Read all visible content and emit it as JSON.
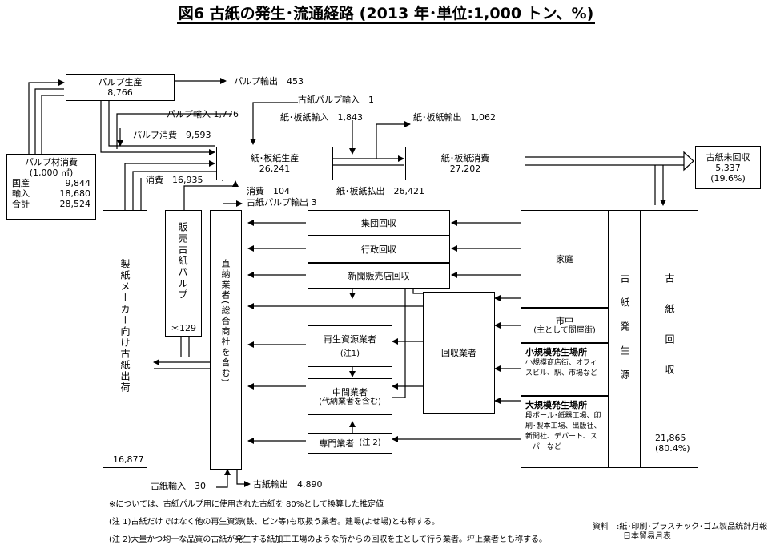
{
  "title": "図6 古紙の発生･流通経路 (2013 年･単位:1,000 トン、%)",
  "boxes": {
    "pulp_production": {
      "label": "パルプ生産",
      "value": "8,766"
    },
    "pulp_material": {
      "label": "パルプ材消費",
      "unit": "(1,000 ㎥)",
      "rows": [
        {
          "k": "国産",
          "v": "9,844"
        },
        {
          "k": "輸入",
          "v": "18,680"
        },
        {
          "k": "合計",
          "v": "28,524"
        }
      ]
    },
    "paper_production": {
      "label": "紙･板紙生産",
      "value": "26,241"
    },
    "paper_consumption": {
      "label": "紙･板紙消費",
      "value": "27,202"
    },
    "unrecovered": {
      "label": "古紙未回収",
      "value": "5,337",
      "pct": "(19.6%)"
    },
    "maker_shipment": {
      "label": "製紙メーカー向け古紙出荷",
      "value": "16,877"
    },
    "sales_pulp": {
      "label": "販売古紙パルプ",
      "value": "＊129"
    },
    "direct_dealer": {
      "label": "直納業者(総合商社を含む)"
    },
    "group_collection": {
      "label": "集団回収"
    },
    "admin_collection": {
      "label": "行政回収"
    },
    "newspaper_collection": {
      "label": "新聞販売店回収"
    },
    "recycle_dealer": {
      "label": "再生資源業者",
      "note": "(注1)"
    },
    "middle_dealer": {
      "label": "中間業者",
      "sub": "(代納業者を含む)"
    },
    "specialist": {
      "label": "専門業者",
      "note": "(注 2)"
    },
    "collector": {
      "label": "回収業者"
    },
    "household": {
      "label": "家庭"
    },
    "town": {
      "label": "市中",
      "sub": "(主として問屋街)"
    },
    "small_site": {
      "label": "小規模発生場所",
      "sub": "小規模商店街、オフィスビル、駅、市場など"
    },
    "large_site": {
      "label": "大規模発生場所",
      "sub": "段ボール･紙器工場、印刷･製本工場、出版社、新聞社、デパート、スーパーなど"
    },
    "source": {
      "label": "古紙発生源"
    },
    "recovery": {
      "label": "古紙回収",
      "value": "21,865",
      "pct": "(80.4%)"
    }
  },
  "flows": {
    "pulp_export": "パルプ輸出　453",
    "pulp_import": "パルプ輸入 1,776",
    "pulp_consumption": "パルプ消費　9,593",
    "wastepaper_pulp_import": "古紙パルプ輸入　1",
    "paper_import": "紙･板紙輸入　1,843",
    "paper_export": "紙･板紙輸出　1,062",
    "consumption_16935": "消費　16,935",
    "consumption_104": "消費　104",
    "paper_shipment": "紙･板紙払出　26,421",
    "wastepaper_pulp_export": "古紙パルプ輸出 3",
    "wastepaper_import": "古紙輸入　30",
    "wastepaper_export": "古紙輸出　4,890"
  },
  "notes": {
    "asterisk": "※については、古紙パルプ用に使用された古紙を 80%として換算した推定値",
    "note1": "(注 1)古紙だけではなく他の再生資源(鉄、ビン等)も取扱う業者。建場(よせ場)とも称する。",
    "note2": "(注 2)大量かつ均一な品質の古紙が発生する紙加工工場のような所からの回収を主として行う業者。坪上業者とも称する。",
    "source_label": "資料",
    "source_text1": ":紙･印刷･プラスチック･ゴム製品統計月報",
    "source_text2": "日本貿易月表"
  }
}
